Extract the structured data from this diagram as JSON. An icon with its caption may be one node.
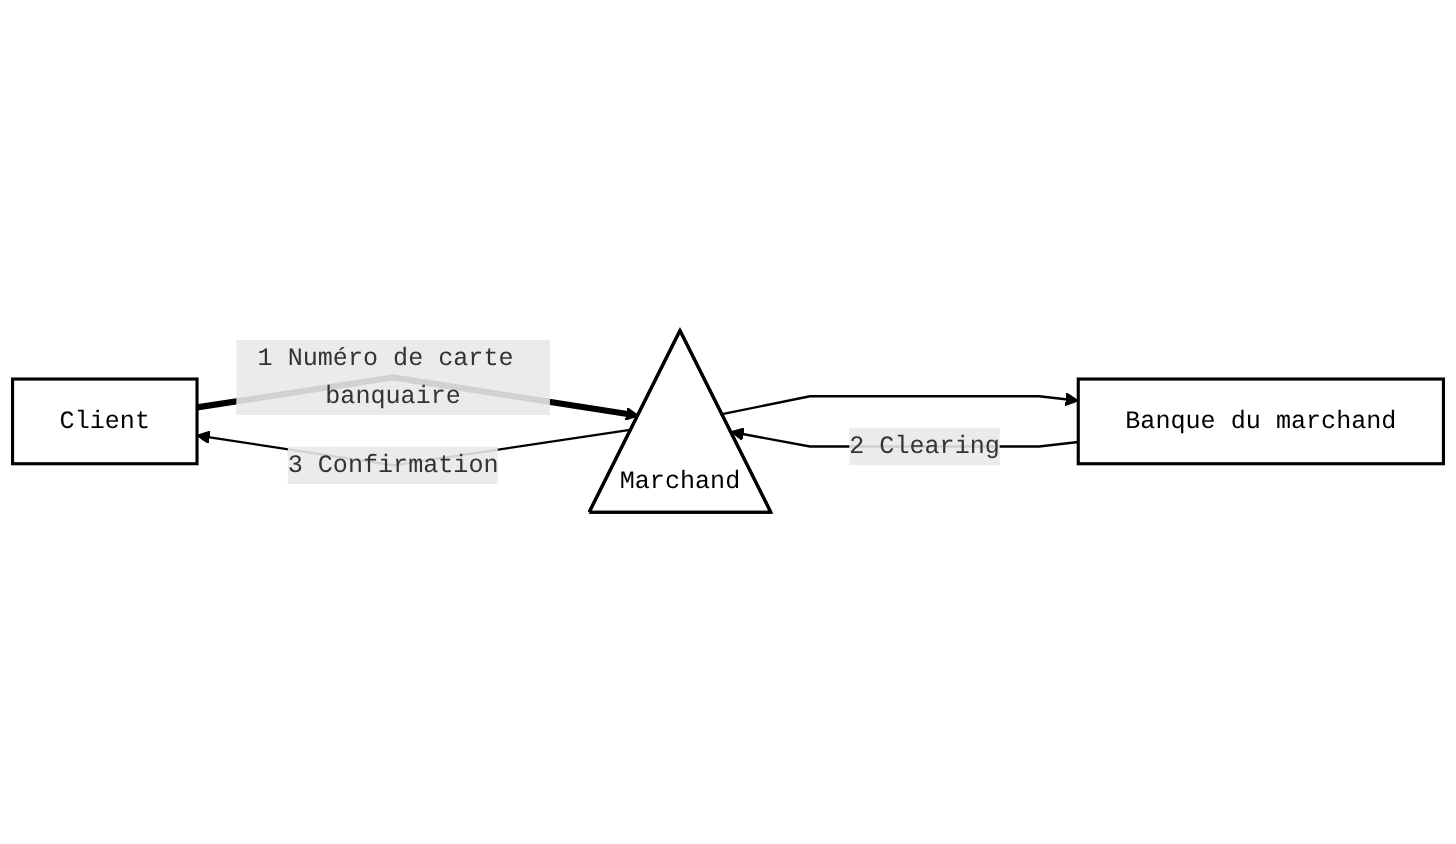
{
  "diagram": {
    "nodes": [
      {
        "text": [
          "Client"
        ]
      },
      {
        "text": [
          "Marchand"
        ]
      },
      {
        "text": [
          "Banque du marchand"
        ]
      }
    ],
    "edges": [
      {
        "from": 0,
        "to": 1,
        "arrow": "to",
        "label": "1 Numéro de carte banquaire",
        "style": "thick"
      },
      {
        "from": 1,
        "to": 0,
        "arrow": "to",
        "label": "3 Confirmation"
      },
      {
        "from": 2,
        "to": 1,
        "arrow": "to",
        "label": "2 Clearing"
      },
      {
        "from": 1,
        "to": 2,
        "arrow": "to"
      }
    ]
  }
}
